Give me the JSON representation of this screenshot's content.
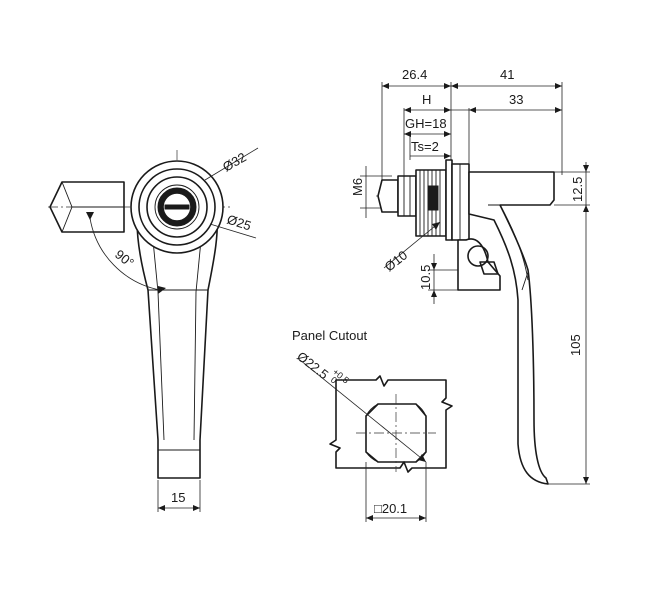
{
  "views": {
    "front": {
      "dims": {
        "diameter_outer": "Ø32",
        "diameter_inner": "Ø25",
        "angle": "90°",
        "handle_width": "15"
      }
    },
    "side": {
      "dims": {
        "overall_left": "26.4",
        "overall_right": "41",
        "h": "H",
        "h_right": "33",
        "gh": "GH=18",
        "ts": "Ts=2",
        "thread": "M6",
        "shaft_diameter": "Ø10",
        "top_height": "12.5",
        "bracket_height": "10.5",
        "handle_length": "105"
      }
    },
    "cutout": {
      "title": "Panel Cutout",
      "diameter": "Ø22.5",
      "tol_upper": "+0.5",
      "tol_lower": "0",
      "square": "□20.1"
    }
  }
}
